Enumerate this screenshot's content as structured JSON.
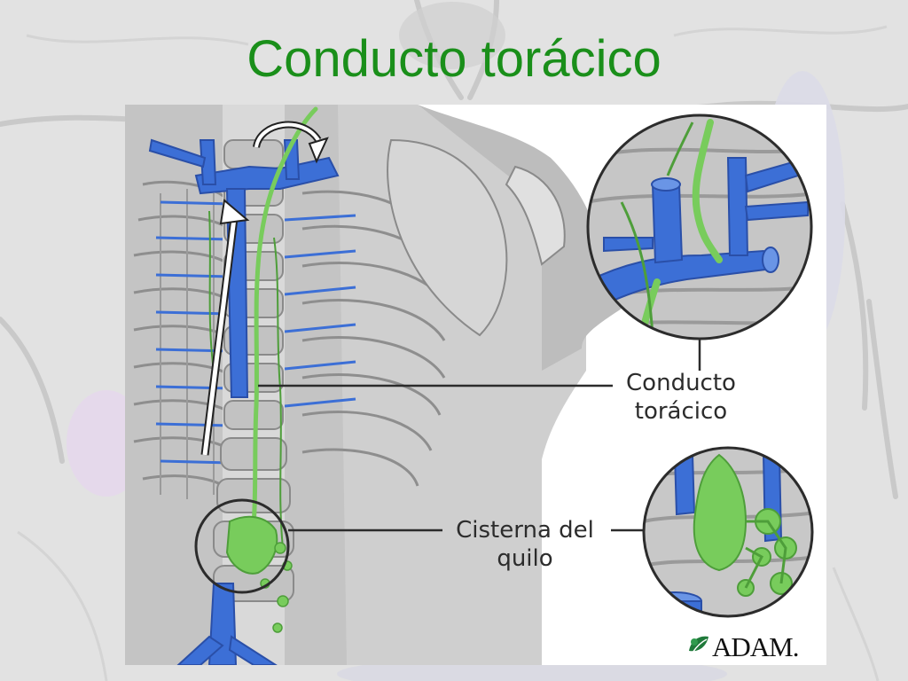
{
  "slide": {
    "title": "Conducto torácico"
  },
  "figure": {
    "callouts": {
      "thoracic_duct": "Conducto\ntorácico",
      "cisterna_chyli": "Cisterna del\nquilo"
    },
    "logo": {
      "text": "ADAM."
    }
  },
  "colors": {
    "title": "#1a8f1a",
    "vein": "#3c6fd6",
    "lymph": "#78cc5c",
    "background": "#e4e4e4"
  }
}
